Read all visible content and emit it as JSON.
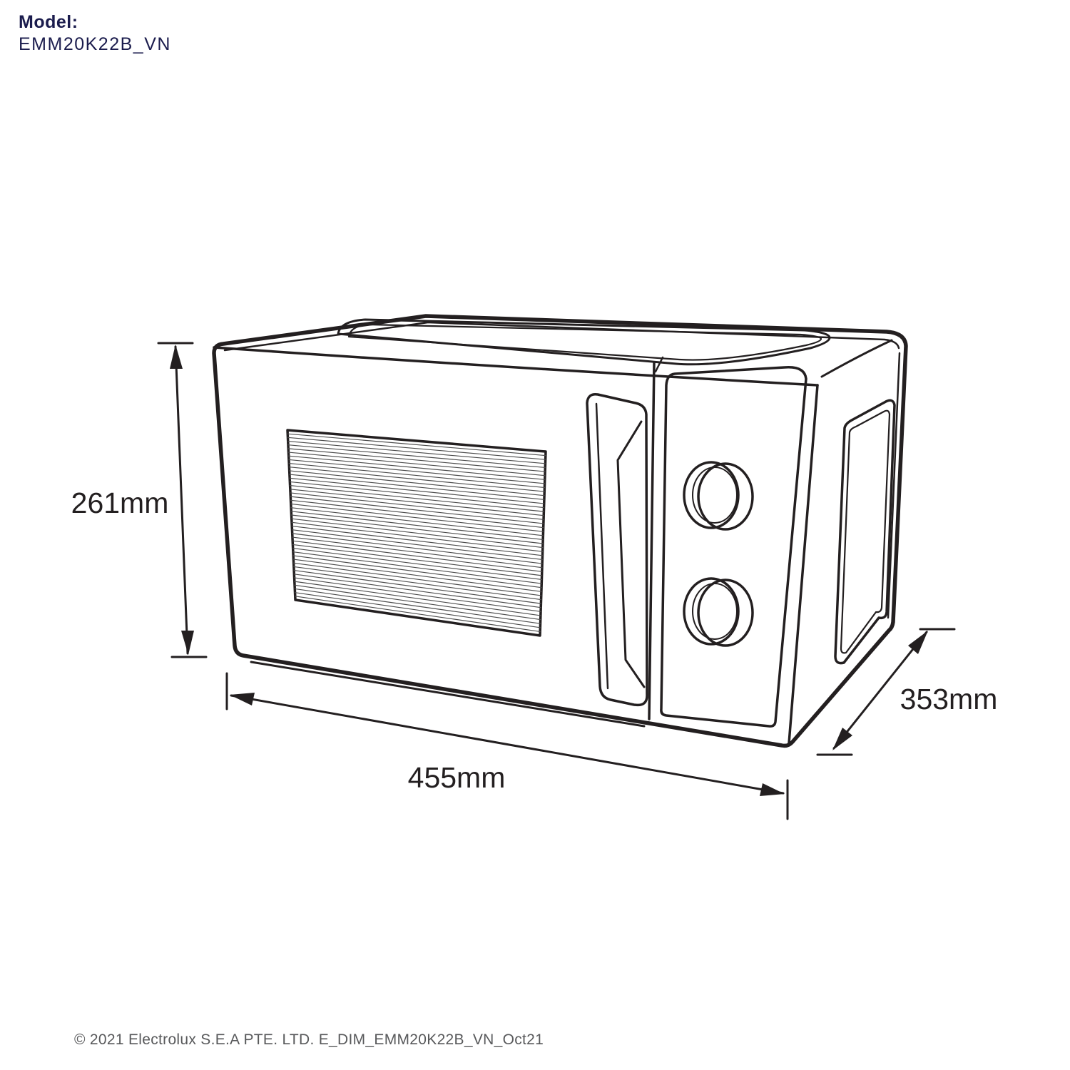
{
  "page": {
    "background": "#ffffff"
  },
  "header": {
    "model_label": "Model:",
    "model_value": "EMM20K22B_VN",
    "color": "#1b1c4d"
  },
  "diagram": {
    "type": "product-dimension-drawing",
    "product": "microwave-oven",
    "view": "front-right-perspective-line-art",
    "line_color": "#231f20",
    "dimensions": {
      "height": "261mm",
      "width": "455mm",
      "depth": "353mm"
    },
    "features": [
      "door-window-hatched",
      "door-handle",
      "control-panel",
      "knob-upper",
      "knob-lower",
      "top-recess-panel",
      "side-recess-panel"
    ]
  },
  "footer": {
    "copyright": "© 2021 Electrolux S.E.A PTE. LTD. E_DIM_EMM20K22B_VN_Oct21",
    "color": "#58595b"
  }
}
